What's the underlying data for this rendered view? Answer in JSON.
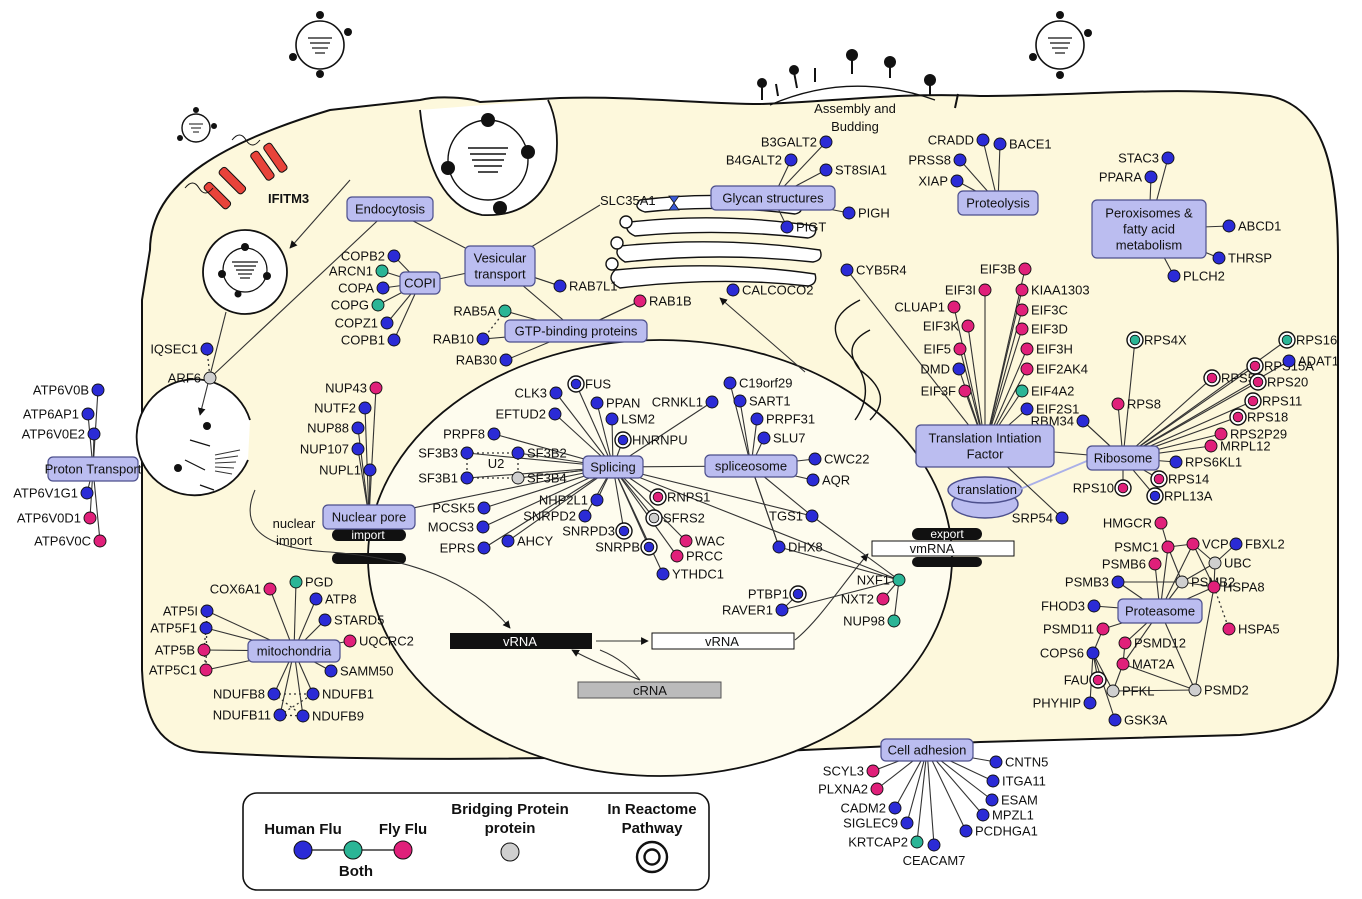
{
  "colors": {
    "human": "#2b2bd6",
    "fly": "#e0207a",
    "both": "#2bb596",
    "bridge": "#cfcfcf",
    "group_fill": "#bbbdf0",
    "cell_fill": "#fdf8dc"
  },
  "labels": {
    "assembly": [
      "Assembly and",
      "Budding"
    ],
    "nuclear_import": [
      "nuclear",
      "import"
    ],
    "import_bar": "import",
    "export_bar": "export",
    "vmrna": "vmRNA",
    "vrna_dark": "vRNA",
    "vrna_light": "vRNA",
    "crna": "cRNA",
    "translation": "translation",
    "ifitm3": "IFITM3",
    "u2": "U2"
  },
  "legend": {
    "human_flu": "Human Flu",
    "fly_flu": "Fly Flu",
    "both": "Both",
    "bridging_1": "Bridging Protein",
    "bridging_2": "protein",
    "reactome_1": "In Reactome",
    "reactome_2": "Pathway"
  },
  "groups": [
    {
      "id": "endo",
      "label": "Endocytosis"
    },
    {
      "id": "ves",
      "label": "Vesicular transport"
    },
    {
      "id": "copi",
      "label": "COPI"
    },
    {
      "id": "gtp",
      "label": "GTP-binding proteins"
    },
    {
      "id": "glycan",
      "label": "Glycan structures"
    },
    {
      "id": "proteo",
      "label": "Proteolysis"
    },
    {
      "id": "perox",
      "label": "Peroxisomes & fatty acid metabolism"
    },
    {
      "id": "proton",
      "label": "Proton Transport"
    },
    {
      "id": "npore",
      "label": "Nuclear pore"
    },
    {
      "id": "splicing",
      "label": "Splicing"
    },
    {
      "id": "spliceo",
      "label": "spliceosome"
    },
    {
      "id": "tif",
      "label": "Translation Intiation Factor"
    },
    {
      "id": "ribo",
      "label": "Ribosome"
    },
    {
      "id": "proteasome",
      "label": "Proteasome"
    },
    {
      "id": "mito",
      "label": "mitochondria"
    },
    {
      "id": "adhesion",
      "label": "Cell adhesion"
    }
  ],
  "genes": [
    {
      "label": "B3GALT2",
      "type": "human"
    },
    {
      "label": "B4GALT2",
      "type": "human"
    },
    {
      "label": "ST8SIA1",
      "type": "human"
    },
    {
      "label": "PIGT",
      "type": "human"
    },
    {
      "label": "PIGH",
      "type": "human"
    },
    {
      "label": "CRADD",
      "type": "human"
    },
    {
      "label": "PRSS8",
      "type": "human"
    },
    {
      "label": "XIAP",
      "type": "human"
    },
    {
      "label": "BACE1",
      "type": "human"
    },
    {
      "label": "STAC3",
      "type": "human"
    },
    {
      "label": "PPARA",
      "type": "human"
    },
    {
      "label": "ABCD1",
      "type": "human"
    },
    {
      "label": "THRSP",
      "type": "human"
    },
    {
      "label": "PLCH2",
      "type": "human"
    },
    {
      "label": "SLC35A1",
      "type": "none"
    },
    {
      "label": "COPB2",
      "type": "human"
    },
    {
      "label": "ARCN1",
      "type": "both"
    },
    {
      "label": "COPA",
      "type": "human"
    },
    {
      "label": "COPG",
      "type": "both"
    },
    {
      "label": "COPZ1",
      "type": "human"
    },
    {
      "label": "COPB1",
      "type": "human"
    },
    {
      "label": "RAB7L1",
      "type": "human"
    },
    {
      "label": "RAB1B",
      "type": "fly"
    },
    {
      "label": "RAB5A",
      "type": "both"
    },
    {
      "label": "RAB10",
      "type": "human"
    },
    {
      "label": "RAB30",
      "type": "human"
    },
    {
      "label": "CALCOCO2",
      "type": "human"
    },
    {
      "label": "IQSEC1",
      "type": "human"
    },
    {
      "label": "ARF6",
      "type": "bridge"
    },
    {
      "label": "ATP6V0B",
      "type": "human"
    },
    {
      "label": "ATP6AP1",
      "type": "human"
    },
    {
      "label": "ATP6V0E2",
      "type": "human"
    },
    {
      "label": "ATP6V1G1",
      "type": "human"
    },
    {
      "label": "ATP6V0D1",
      "type": "fly"
    },
    {
      "label": "ATP6V0C",
      "type": "fly"
    },
    {
      "label": "NUP43",
      "type": "fly"
    },
    {
      "label": "NUTF2",
      "type": "human"
    },
    {
      "label": "NUP88",
      "type": "human"
    },
    {
      "label": "NUP107",
      "type": "human"
    },
    {
      "label": "NUPL1",
      "type": "human"
    },
    {
      "label": "CLK3",
      "type": "human"
    },
    {
      "label": "FUS",
      "type": "human",
      "reactome": true
    },
    {
      "label": "EFTUD2",
      "type": "human"
    },
    {
      "label": "PPAN",
      "type": "human"
    },
    {
      "label": "CRNKL1",
      "type": "human"
    },
    {
      "label": "LSM2",
      "type": "human"
    },
    {
      "label": "HNRNPU",
      "type": "human",
      "reactome": true
    },
    {
      "label": "PRPF8",
      "type": "human"
    },
    {
      "label": "SF3B3",
      "type": "human"
    },
    {
      "label": "SF3B2",
      "type": "human"
    },
    {
      "label": "SF3B1",
      "type": "human"
    },
    {
      "label": "SF3B4",
      "type": "bridge"
    },
    {
      "label": "NHP2L1",
      "type": "human"
    },
    {
      "label": "SNRPD2",
      "type": "human"
    },
    {
      "label": "SNRPD3",
      "type": "human",
      "reactome": true
    },
    {
      "label": "SNRPB",
      "type": "human",
      "reactome": true
    },
    {
      "label": "RNPS1",
      "type": "fly",
      "reactome": true
    },
    {
      "label": "SFRS2",
      "type": "bridge",
      "reactome": true
    },
    {
      "label": "WAC",
      "type": "fly"
    },
    {
      "label": "PRCC",
      "type": "fly"
    },
    {
      "label": "YTHDC1",
      "type": "human"
    },
    {
      "label": "PCSK5",
      "type": "human"
    },
    {
      "label": "MOCS3",
      "type": "human"
    },
    {
      "label": "EPRS",
      "type": "human"
    },
    {
      "label": "AHCY",
      "type": "human"
    },
    {
      "label": "C19orf29",
      "type": "human"
    },
    {
      "label": "SART1",
      "type": "human"
    },
    {
      "label": "PRPF31",
      "type": "human"
    },
    {
      "label": "SLU7",
      "type": "human"
    },
    {
      "label": "CWC22",
      "type": "human"
    },
    {
      "label": "AQR",
      "type": "human"
    },
    {
      "label": "TGS1",
      "type": "human"
    },
    {
      "label": "DHX8",
      "type": "human"
    },
    {
      "label": "PTBP1",
      "type": "human",
      "reactome": true
    },
    {
      "label": "RAVER1",
      "type": "human"
    },
    {
      "label": "NXF1",
      "type": "both"
    },
    {
      "label": "NXT2",
      "type": "fly"
    },
    {
      "label": "NUP98",
      "type": "both"
    },
    {
      "label": "CYB5R4",
      "type": "human"
    },
    {
      "label": "EIF3B",
      "type": "fly"
    },
    {
      "label": "EIF3I",
      "type": "fly"
    },
    {
      "label": "CLUAP1",
      "type": "fly"
    },
    {
      "label": "KIAA1303",
      "type": "fly"
    },
    {
      "label": "EIF3C",
      "type": "fly"
    },
    {
      "label": "EIF3K",
      "type": "fly"
    },
    {
      "label": "EIF3D",
      "type": "fly"
    },
    {
      "label": "EIF5",
      "type": "fly"
    },
    {
      "label": "EIF3H",
      "type": "fly"
    },
    {
      "label": "DMD",
      "type": "human"
    },
    {
      "label": "EIF2AK4",
      "type": "fly"
    },
    {
      "label": "EIF3F",
      "type": "fly"
    },
    {
      "label": "EIF4A2",
      "type": "both"
    },
    {
      "label": "EIF2S1",
      "type": "human"
    },
    {
      "label": "SRP54",
      "type": "human"
    },
    {
      "label": "RPS4X",
      "type": "both",
      "reactome": true
    },
    {
      "label": "RPS15A",
      "type": "fly",
      "reactome": true
    },
    {
      "label": "RPS16",
      "type": "both",
      "reactome": true
    },
    {
      "label": "RPS5",
      "type": "fly",
      "reactome": true
    },
    {
      "label": "ADAT1",
      "type": "human"
    },
    {
      "label": "RPS20",
      "type": "fly",
      "reactome": true
    },
    {
      "label": "RPS11",
      "type": "fly",
      "reactome": true
    },
    {
      "label": "RPS8",
      "type": "fly"
    },
    {
      "label": "RPS18",
      "type": "fly",
      "reactome": true
    },
    {
      "label": "RBM34",
      "type": "human"
    },
    {
      "label": "RPS2P29",
      "type": "fly"
    },
    {
      "label": "MRPL12",
      "type": "fly"
    },
    {
      "label": "RPS6KL1",
      "type": "human"
    },
    {
      "label": "RPS10",
      "type": "fly",
      "reactome": true
    },
    {
      "label": "RPS14",
      "type": "fly",
      "reactome": true
    },
    {
      "label": "RPL13A",
      "type": "human",
      "reactome": true
    },
    {
      "label": "HMGCR",
      "type": "fly"
    },
    {
      "label": "PSMC1",
      "type": "fly"
    },
    {
      "label": "VCP",
      "type": "fly"
    },
    {
      "label": "FBXL2",
      "type": "human"
    },
    {
      "label": "PSMB6",
      "type": "fly"
    },
    {
      "label": "UBC",
      "type": "bridge"
    },
    {
      "label": "PSMB3",
      "type": "human"
    },
    {
      "label": "PSMB2",
      "type": "bridge"
    },
    {
      "label": "HSPA8",
      "type": "fly"
    },
    {
      "label": "FHOD3",
      "type": "human"
    },
    {
      "label": "HSPA5",
      "type": "fly"
    },
    {
      "label": "PSMD11",
      "type": "fly"
    },
    {
      "label": "PSMD12",
      "type": "fly"
    },
    {
      "label": "COPS6",
      "type": "human"
    },
    {
      "label": "MAT2A",
      "type": "fly"
    },
    {
      "label": "FAU",
      "type": "fly",
      "reactome": true
    },
    {
      "label": "PFKL",
      "type": "bridge"
    },
    {
      "label": "PSMD2",
      "type": "bridge"
    },
    {
      "label": "PHYHIP",
      "type": "human"
    },
    {
      "label": "GSK3A",
      "type": "human"
    },
    {
      "label": "COX6A1",
      "type": "fly"
    },
    {
      "label": "PGD",
      "type": "both"
    },
    {
      "label": "ATP8",
      "type": "human"
    },
    {
      "label": "ATP5I",
      "type": "human"
    },
    {
      "label": "STARD5",
      "type": "human"
    },
    {
      "label": "ATP5F1",
      "type": "human"
    },
    {
      "label": "UQCRC2",
      "type": "fly"
    },
    {
      "label": "ATP5B",
      "type": "fly"
    },
    {
      "label": "ATP5C1",
      "type": "fly"
    },
    {
      "label": "SAMM50",
      "type": "human"
    },
    {
      "label": "NDUFB8",
      "type": "human"
    },
    {
      "label": "NDUFB1",
      "type": "human"
    },
    {
      "label": "NDUFB11",
      "type": "human"
    },
    {
      "label": "NDUFB9",
      "type": "human"
    },
    {
      "label": "SCYL3",
      "type": "fly"
    },
    {
      "label": "CNTN5",
      "type": "human"
    },
    {
      "label": "ITGA11",
      "type": "human"
    },
    {
      "label": "PLXNA2",
      "type": "fly"
    },
    {
      "label": "ESAM",
      "type": "human"
    },
    {
      "label": "CADM2",
      "type": "human"
    },
    {
      "label": "MPZL1",
      "type": "human"
    },
    {
      "label": "SIGLEC9",
      "type": "human"
    },
    {
      "label": "PCDHGA1",
      "type": "human"
    },
    {
      "label": "KRTCAP2",
      "type": "both"
    },
    {
      "label": "CEACAM7",
      "type": "human"
    }
  ]
}
